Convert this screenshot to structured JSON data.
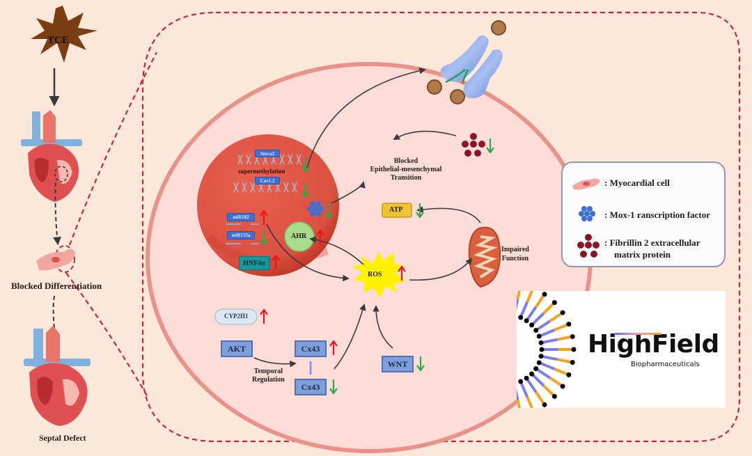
{
  "left_panel": {
    "trigger_label": "TCE",
    "stage1_label": "Blocked Differentiation",
    "stage2_label": "Septal Defect"
  },
  "nucleus": {
    "tag_serca2": "Serca2",
    "tag_cav12": "Cav1.2",
    "methylation_label": "supermethylation",
    "tag_mir182": "miR182",
    "tag_mir133a": "miR133a",
    "ahr_label": "AHR",
    "hnf4a_label": "HNF4α"
  },
  "cytoplasm": {
    "emt_label_lines": [
      "Blocked",
      "Epithelial-mesenchymal",
      "Transition"
    ],
    "atp_label": "ATP",
    "ros_label": "ROS",
    "mito_label_lines": [
      "Impaired",
      "Function"
    ],
    "cyp_label": "CYP2H1",
    "akt_label": "AKT",
    "cx43_up_label": "Cx43",
    "cx43_down_label": "Cx43",
    "temporal_label_lines": [
      "Temporal",
      "Regulation"
    ],
    "wnt_label": "WNT"
  },
  "regulation": {
    "serca2": "down",
    "cav12": "down",
    "mox1": "down",
    "fibrillin2": "down",
    "mir182": "up",
    "mir133a": "down",
    "ahr": "up",
    "hnf4a": "up",
    "atp": "down",
    "ros": "up",
    "cyp2h1": "up",
    "cx43_top": "up",
    "cx43_bottom": "down",
    "wnt": "down"
  },
  "legend": {
    "items": [
      {
        "icon": "myocardial-cell-icon",
        "label": ":  Myocardial cell"
      },
      {
        "icon": "mox1-cluster-icon",
        "label": ":  Mox-1 ranscription factor"
      },
      {
        "icon": "fibrillin-cluster-icon",
        "label": ":  Fibrillin 2 extracellular",
        "label2": "matrix protein"
      }
    ]
  },
  "logo": {
    "word": "HighField",
    "subtitle": "Biopharmaceuticals"
  },
  "colors": {
    "background": "#fbe8da",
    "dashed_outline": "#c8243c",
    "cell": "#fbdcd6",
    "nucleus": "#e25a4a",
    "up_arrow": "#e8161c",
    "down_arrow": "#2aa84a",
    "blue_box": "#7f9fdb",
    "ros": "#fff200",
    "atp_box": "#f1c232",
    "mox1": "#3f6fd1",
    "fibrillin": "#8b1426",
    "tce": "#7a3e12"
  }
}
